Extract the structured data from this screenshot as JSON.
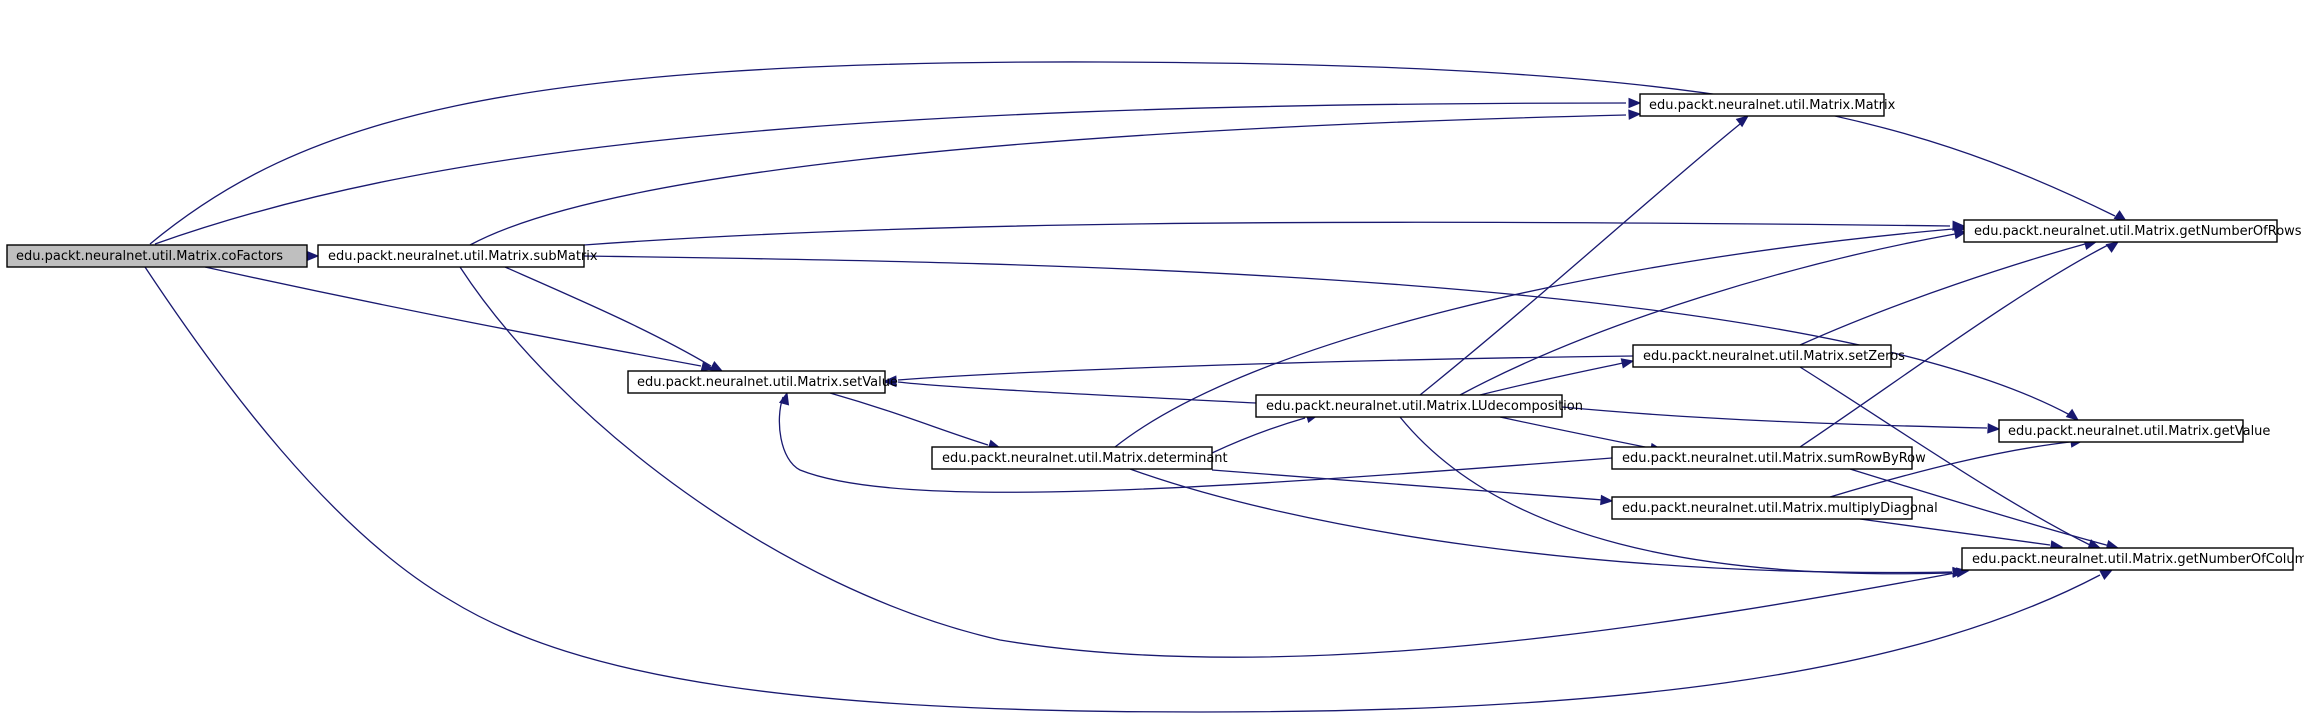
{
  "diagram": {
    "nodes": {
      "coFactors": "edu.packt.neuralnet.util.Matrix.coFactors",
      "subMatrix": "edu.packt.neuralnet.util.Matrix.subMatrix",
      "setValue": "edu.packt.neuralnet.util.Matrix.setValue",
      "determinant": "edu.packt.neuralnet.util.Matrix.determinant",
      "LUdecomposition": "edu.packt.neuralnet.util.Matrix.LUdecomposition",
      "Matrix": "edu.packt.neuralnet.util.Matrix.Matrix",
      "setZeros": "edu.packt.neuralnet.util.Matrix.setZeros",
      "sumRowByRow": "edu.packt.neuralnet.util.Matrix.sumRowByRow",
      "multiplyDiagonal": "edu.packt.neuralnet.util.Matrix.multiplyDiagonal",
      "getNumberOfRows": "edu.packt.neuralnet.util.Matrix.getNumberOfRows",
      "getValue": "edu.packt.neuralnet.util.Matrix.getValue",
      "getNumberOfColumns": "edu.packt.neuralnet.util.Matrix.getNumberOfColumns"
    },
    "edges": [
      {
        "from": "coFactors",
        "to": "subMatrix"
      },
      {
        "from": "coFactors",
        "to": "Matrix"
      },
      {
        "from": "coFactors",
        "to": "getNumberOfRows"
      },
      {
        "from": "coFactors",
        "to": "setValue"
      },
      {
        "from": "coFactors",
        "to": "getNumberOfColumns"
      },
      {
        "from": "subMatrix",
        "to": "Matrix"
      },
      {
        "from": "subMatrix",
        "to": "getNumberOfRows"
      },
      {
        "from": "subMatrix",
        "to": "getValue"
      },
      {
        "from": "subMatrix",
        "to": "setValue"
      },
      {
        "from": "subMatrix",
        "to": "getNumberOfColumns"
      },
      {
        "from": "setValue",
        "to": "determinant"
      },
      {
        "from": "determinant",
        "to": "LUdecomposition"
      },
      {
        "from": "determinant",
        "to": "getNumberOfRows"
      },
      {
        "from": "determinant",
        "to": "multiplyDiagonal"
      },
      {
        "from": "determinant",
        "to": "getNumberOfColumns"
      },
      {
        "from": "LUdecomposition",
        "to": "Matrix"
      },
      {
        "from": "LUdecomposition",
        "to": "setValue"
      },
      {
        "from": "LUdecomposition",
        "to": "getNumberOfRows"
      },
      {
        "from": "LUdecomposition",
        "to": "setZeros"
      },
      {
        "from": "LUdecomposition",
        "to": "getValue"
      },
      {
        "from": "LUdecomposition",
        "to": "sumRowByRow"
      },
      {
        "from": "LUdecomposition",
        "to": "getNumberOfColumns"
      },
      {
        "from": "setZeros",
        "to": "setValue"
      },
      {
        "from": "setZeros",
        "to": "getNumberOfRows"
      },
      {
        "from": "setZeros",
        "to": "getNumberOfColumns"
      },
      {
        "from": "sumRowByRow",
        "to": "setValue"
      },
      {
        "from": "sumRowByRow",
        "to": "getNumberOfRows"
      },
      {
        "from": "sumRowByRow",
        "to": "getNumberOfColumns"
      },
      {
        "from": "multiplyDiagonal",
        "to": "getValue"
      },
      {
        "from": "multiplyDiagonal",
        "to": "getNumberOfColumns"
      }
    ],
    "colors": {
      "edge": "#191970",
      "root_fill": "#bfbfbf",
      "node_fill": "#ffffff",
      "node_border": "#000000"
    }
  }
}
